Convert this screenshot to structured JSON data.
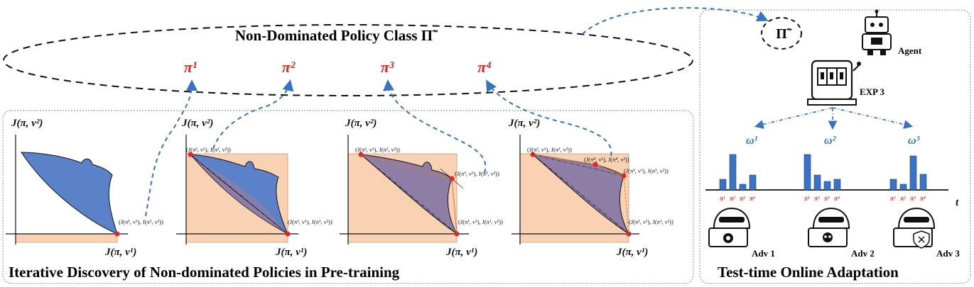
{
  "policy_class": {
    "title": "Non-Dominated Policy Class Π̃",
    "symbol": "Π̃"
  },
  "policies": [
    "π¹",
    "π²",
    "π³",
    "π⁴"
  ],
  "pretraining": {
    "title": "Iterative Discovery of Non-dominated Policies in Pre-training"
  },
  "axes": {
    "y_label": "J(π, ν²)",
    "x_label": "J(π, ν¹)"
  },
  "points": {
    "p1": "(J(π¹, ν¹), J(π¹, ν²))",
    "p2": "(J(π², ν¹), J(π², ν²))",
    "p3": "(J(π³, ν¹), J(π³, ν²))",
    "p4": "(J(π⁴, ν¹), J(π⁴, ν²))"
  },
  "adaptation": {
    "title": "Test-time Online Adaptation",
    "agent_label": "Agent",
    "algo_label": "EXP 3",
    "weights": [
      "ω¹",
      "ω²",
      "ω³"
    ],
    "time_label": "t",
    "bar_ticks": [
      "π¹",
      "π²",
      "π³",
      "π⁴"
    ],
    "adversaries": [
      "Adv 1",
      "Adv 2",
      "Adv 3"
    ]
  },
  "colors": {
    "accent_red": "#e8231f",
    "blue": "#3a73c4",
    "fill_orange": "#f9d2b4",
    "fill_blue": "#5b82c9",
    "fill_purple": "#8e7ea6"
  }
}
